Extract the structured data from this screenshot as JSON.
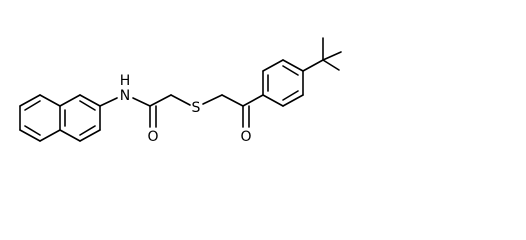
{
  "molecule": {
    "atoms": {
      "amide_nitrogen": "N",
      "amide_hydrogen": "H",
      "amide_oxygen": "O",
      "sulfur": "S",
      "ketone_oxygen": "O"
    },
    "colors": {
      "bond": "#000000",
      "label": "#000000",
      "background": "#ffffff"
    }
  }
}
